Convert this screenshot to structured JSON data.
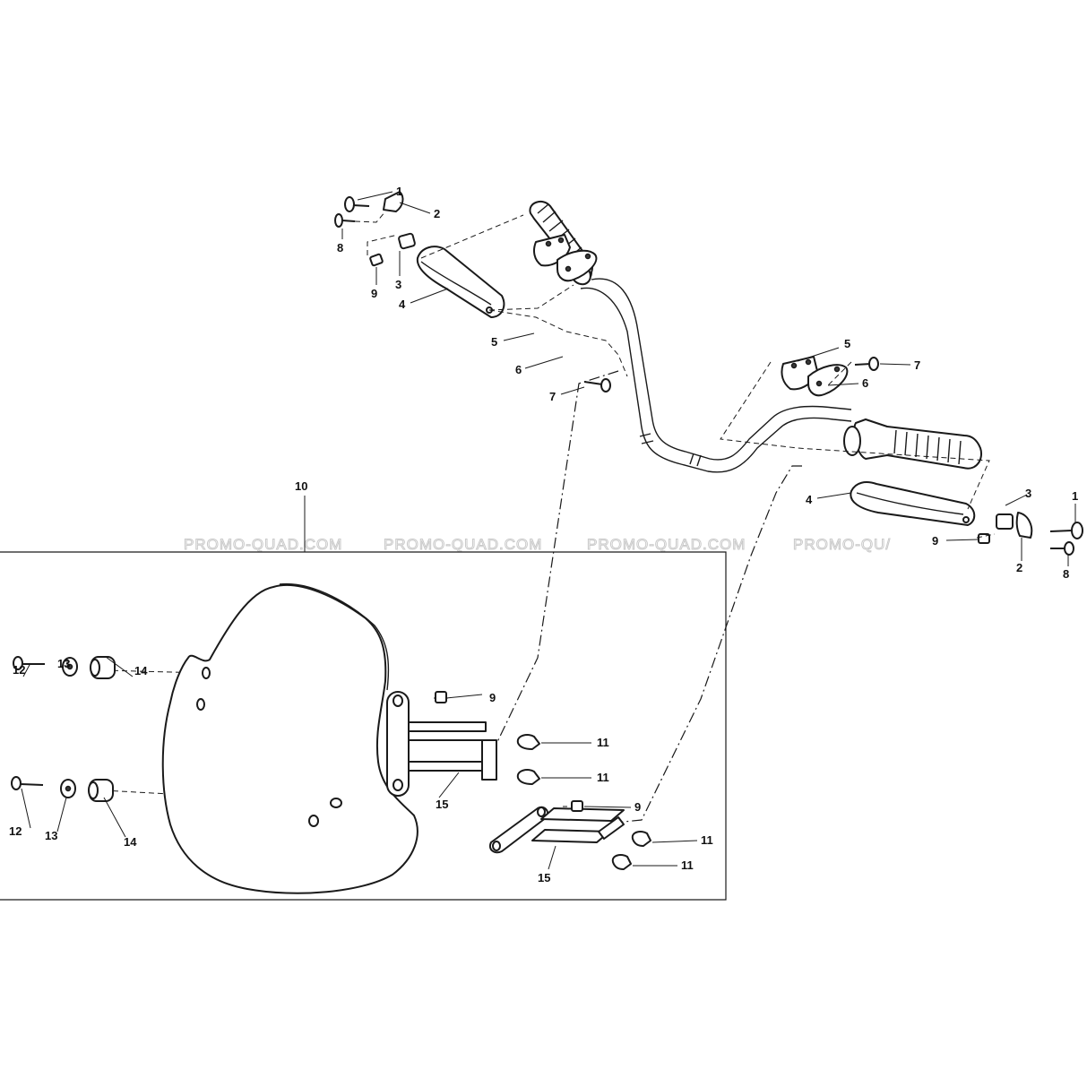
{
  "watermark": {
    "text_full": "PROMO-QUAD.COM",
    "text_cut": "PROMO-QU/"
  },
  "callouts": {
    "c1": "1",
    "c2": "2",
    "c3": "3",
    "c4": "4",
    "c5": "5",
    "c6": "6",
    "c7": "7",
    "c8": "8",
    "c9": "9",
    "c10": "10",
    "c11": "11",
    "c12": "12",
    "c13": "13",
    "c14": "14",
    "c15": "15"
  }
}
